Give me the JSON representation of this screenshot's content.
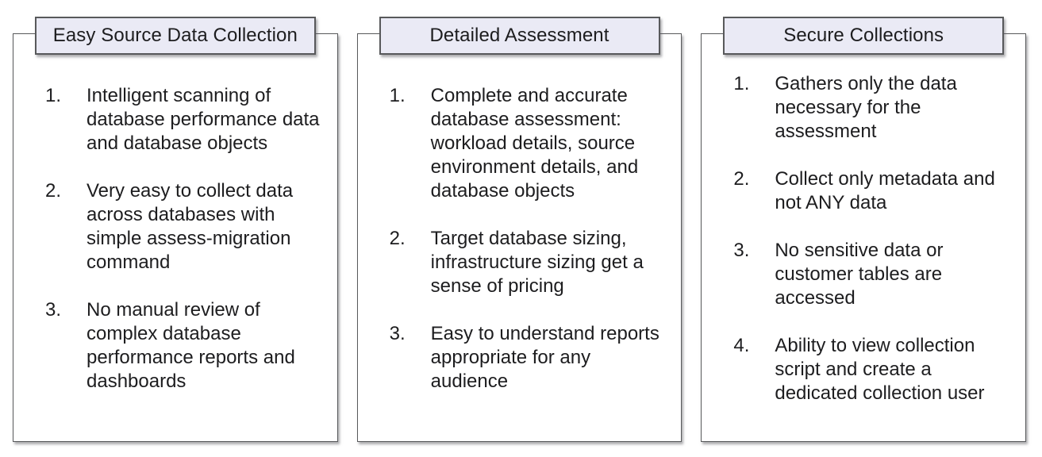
{
  "colors": {
    "header_fill": "#eaeaf5",
    "border": "#58595b",
    "text": "#1d1d1f"
  },
  "panels": [
    {
      "title": "Easy Source Data Collection",
      "items": [
        {
          "num": "1.",
          "text": "Intelligent scanning of database performance data and database objects"
        },
        {
          "num": "2.",
          "text": "Very easy to collect data across databases with simple assess-migration command"
        },
        {
          "num": "3.",
          "text": "No manual review of complex database performance reports and dashboards"
        }
      ]
    },
    {
      "title": "Detailed Assessment",
      "items": [
        {
          "num": "1.",
          "text": "Complete and accurate database assessment: workload details, source environment details, and database objects"
        },
        {
          "num": "2.",
          "text": "Target database sizing, infrastructure sizing get a sense of pricing"
        },
        {
          "num": "3.",
          "text": "Easy to understand reports appropriate for any audience"
        }
      ]
    },
    {
      "title": "Secure Collections",
      "items": [
        {
          "num": "1.",
          "text": "Gathers only the data necessary for the assessment"
        },
        {
          "num": "2.",
          "text": "Collect only metadata and not ANY data"
        },
        {
          "num": "3.",
          "text": "No sensitive data or customer tables are accessed"
        },
        {
          "num": "4.",
          "text": "Ability to view collection script and create a dedicated collection user"
        }
      ]
    }
  ]
}
